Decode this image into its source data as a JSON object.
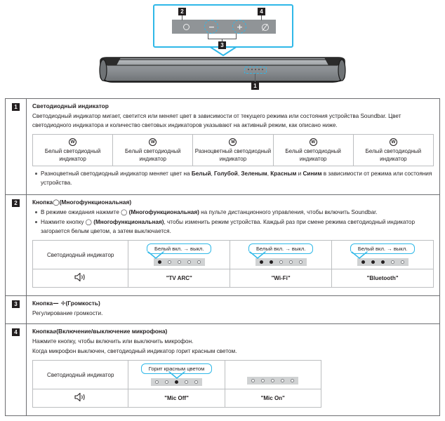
{
  "illustration": {
    "callout": {
      "badges": [
        {
          "id": "badge-2",
          "label": "2"
        },
        {
          "id": "badge-4",
          "label": "4"
        },
        {
          "id": "badge-3",
          "label": "3"
        }
      ],
      "controls": [
        {
          "name": "multifunction-button-icon",
          "glyph": "circle"
        },
        {
          "name": "volume-down-icon",
          "glyph": "minus"
        },
        {
          "name": "volume-up-icon",
          "glyph": "plus"
        },
        {
          "name": "mic-mute-icon",
          "glyph": "slashed-circle"
        }
      ]
    },
    "soundbar": {
      "badge": "1",
      "led_count": 5
    },
    "accent_color": "#2fb8e8",
    "panel_color": "#909497"
  },
  "sections": [
    {
      "num": "1",
      "title": "Светодиодный индикатор",
      "paragraphs": [
        "Светодиодный индикатор мигает, светится или меняет цвет в зависимости от текущего режима или состояния устройства Soundbar. Цвет светодиодного индикатора и количество световых индикаторов указывают на активный режим, как описано ниже."
      ],
      "table": {
        "cells": [
          {
            "mark": "W",
            "label": "Белый светодиодный индикатор"
          },
          {
            "mark": "W",
            "label": "Белый светодиодный индикатор"
          },
          {
            "mark": "M",
            "label": "Разноцветный светодиодный индикатор"
          },
          {
            "mark": "W",
            "label": "Белый светодиодный индикатор"
          },
          {
            "mark": "W",
            "label": "Белый светодиодный индикатор"
          }
        ]
      },
      "note_parts": [
        {
          "text": "Разноцветный светодиодный индикатор меняет цвет на ",
          "bold": false
        },
        {
          "text": "Белый",
          "bold": true
        },
        {
          "text": ", ",
          "bold": false
        },
        {
          "text": "Голубой",
          "bold": true
        },
        {
          "text": ", ",
          "bold": false
        },
        {
          "text": "Зеленым",
          "bold": true
        },
        {
          "text": ", ",
          "bold": false
        },
        {
          "text": "Красным",
          "bold": true
        },
        {
          "text": " и ",
          "bold": false
        },
        {
          "text": "Синим",
          "bold": true
        },
        {
          "text": "  в зависимости от режима или состояния устройства.",
          "bold": false
        }
      ]
    },
    {
      "num": "2",
      "title_prefix": "Кнопка ",
      "title_symbol": "◯",
      "title_suffix": " (Многофункциональная)",
      "bullets": [
        [
          {
            "text": "В режиме ожидания нажмите ",
            "bold": false
          },
          {
            "text": "◯",
            "bold": true,
            "sym": true
          },
          {
            "text": " (Многофункциональная)",
            "bold": true
          },
          {
            "text": " на пульте дистанционного управления, чтобы включить Soundbar.",
            "bold": false
          }
        ],
        [
          {
            "text": "Нажмите кнопку ",
            "bold": false
          },
          {
            "text": "◯",
            "bold": true,
            "sym": true
          },
          {
            "text": " (Многофункциональная)",
            "bold": true
          },
          {
            "text": ", чтобы изменить режим устройства. Каждый раз при смене режима светодиодный индикатор загорается белым цветом, а затем выключается.",
            "bold": false
          }
        ]
      ],
      "table": {
        "row_label": "Светодиодный индикатор",
        "speaker_icon": "speaker-icon",
        "columns": [
          {
            "bubble": "Белый вкл. → выкл.",
            "leds": [
              1,
              0,
              0,
              0,
              0
            ],
            "mode": "\"TV ARC\""
          },
          {
            "bubble": "Белый вкл. → выкл.",
            "leds": [
              1,
              1,
              0,
              0,
              0
            ],
            "mode": "\"Wi-Fi\""
          },
          {
            "bubble": "Белый вкл. → выкл.",
            "leds": [
              1,
              1,
              1,
              0,
              0
            ],
            "mode": "\"Bluetooth\""
          }
        ]
      }
    },
    {
      "num": "3",
      "title_prefix": "Кнопка ",
      "title_symbol": "—  ✛",
      "title_suffix": " (Громкость)",
      "paragraphs": [
        "Регулирование громкости."
      ]
    },
    {
      "num": "4",
      "title_prefix": "Кнопка ",
      "title_symbol": "⌀",
      "title_suffix": " (Включение/выключение микрофона)",
      "paragraphs": [
        "Нажмите кнопку, чтобы включить или выключить микрофон.",
        "Когда микрофон выключен, светодиодный индикатор горит красным светом."
      ],
      "table": {
        "row_label": "Светодиодный индикатор",
        "speaker_icon": "speaker-icon",
        "columns": [
          {
            "bubble": "Горит красным цветом",
            "leds": [
              0,
              0,
              1,
              0,
              0
            ],
            "mode": "\"Mic Off\""
          },
          {
            "bubble": null,
            "leds": [
              0,
              0,
              0,
              0,
              0
            ],
            "mode": "\"Mic On\""
          }
        ]
      }
    }
  ]
}
